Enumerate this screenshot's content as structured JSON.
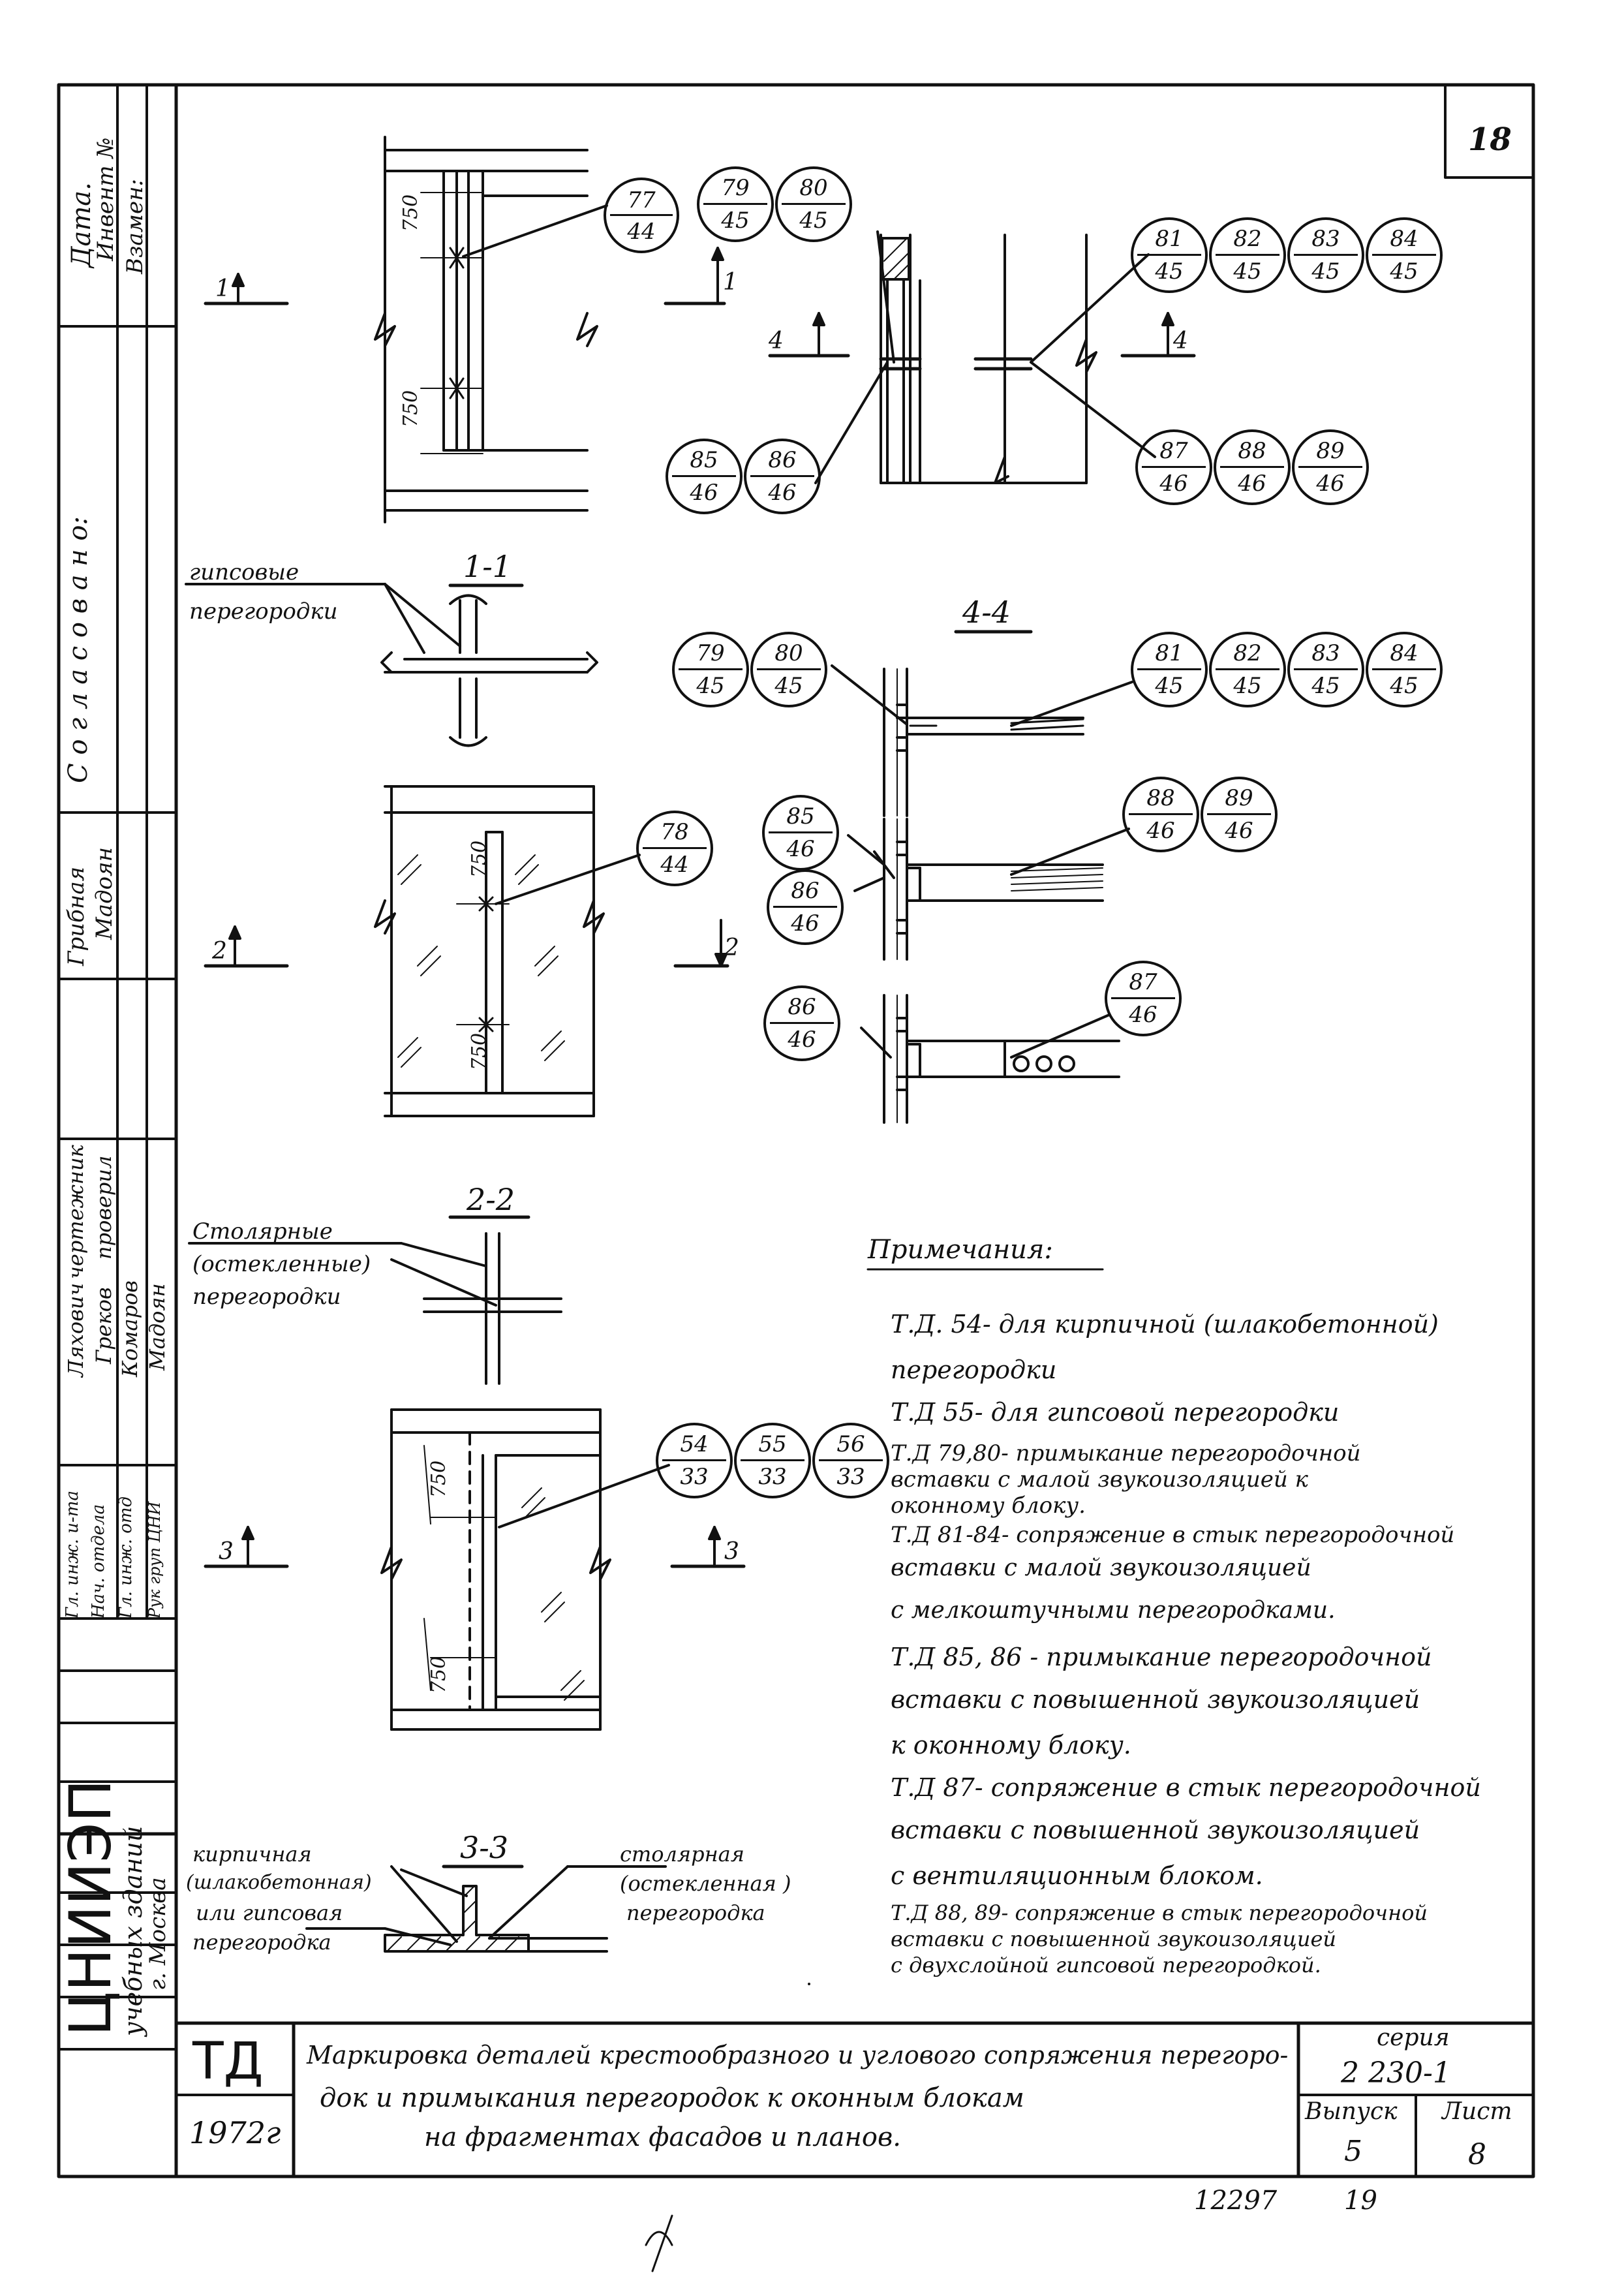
{
  "sheet": {
    "number": "18"
  },
  "left_strip": {
    "top_labels": [
      "Дата.",
      "Инвент №",
      "Взамен:"
    ],
    "agreed_label": "С о г л а с о в а н о:",
    "approvals": [
      {
        "role": "Грибная",
        "name": "Мадоян"
      }
    ],
    "roles": [
      "чертежник",
      "проверил"
    ],
    "names": [
      "Ляхович",
      "Греков",
      "Комаров",
      "Мадоян"
    ],
    "positions": [
      "Гл. инж. и-та",
      "Нач. отдела",
      "Гл. инж. отд",
      "Рук груп ЦНИ"
    ],
    "org_title": "ЦНИИЭП",
    "org_sub1": "учебных зданий",
    "org_sub2": "г. Москва"
  },
  "callouts": {
    "c77": [
      "77",
      "44"
    ],
    "c79": [
      "79",
      "45"
    ],
    "c80": [
      "80",
      "45"
    ],
    "c81": [
      "81",
      "45"
    ],
    "c82": [
      "82",
      "45"
    ],
    "c83": [
      "83",
      "45"
    ],
    "c84": [
      "84",
      "45"
    ],
    "c85": [
      "85",
      "46"
    ],
    "c86": [
      "86",
      "46"
    ],
    "c87": [
      "87",
      "46"
    ],
    "c88": [
      "88",
      "46"
    ],
    "c89": [
      "89",
      "46"
    ],
    "c78": [
      "78",
      "44"
    ],
    "c54": [
      "54",
      "33"
    ],
    "c55": [
      "55",
      "33"
    ],
    "c56": [
      "56",
      "33"
    ]
  },
  "dims": {
    "d750": "750"
  },
  "section_marks": {
    "s1": "1",
    "s2": "2",
    "s3": "3",
    "s4": "4"
  },
  "section_titles": {
    "t11": "1-1",
    "t44": "4-4",
    "t22": "2-2",
    "t33": "3-3"
  },
  "labels": {
    "gypsum": [
      "гипсовые",
      "перегородки"
    ],
    "joinery": [
      "Столярные",
      "(остекленные)",
      "перегородки"
    ],
    "brick": [
      "кирпичная",
      "(шлакобетонная)",
      "или гипсовая",
      "перегородка"
    ],
    "joinery2": [
      "столярная",
      "(остекленная )",
      "перегородка"
    ]
  },
  "notes": {
    "title": "Примечания:",
    "lines": [
      "Т.Д. 54- для кирпичной  (шлакобетонной)",
      "перегородки",
      "Т.Д 55- для гипсовой   перегородки",
      "Т.Д  79,80- примыкание  перегородочной",
      "вставки  с малой  звукоизоляцией  к",
      "оконному   блоку.",
      "Т.Д 81-84- сопряжение  в стык  перегородочной",
      "вставки  с малой  звукоизоляцией",
      "с мелкоштучными   перегородками.",
      "Т.Д 85, 86 -  примыкание    перегородочной",
      "вставки с повышенной  звукоизоляцией",
      "к оконному    блоку.",
      "Т.Д 87- сопряжение  в стык  перегородочной",
      "вставки с повышенной звукоизоляцией",
      "с вентиляционным   блоком.",
      "Т.Д 88, 89- сопряжение  в  стык   перегородочной",
      "вставки  с повышенной  звукоизоляцией",
      "с двухслойной  гипсовой    перегородкой."
    ]
  },
  "title_block": {
    "code": "ТД",
    "year": "1972г",
    "title_lines": [
      "Маркировка деталей крестообразного и углового сопряжения перегоро-",
      "док и примыкания  перегородок  к оконным  блокам",
      "на фрагментах фасадов  и планов."
    ],
    "series_label": "серия",
    "series_value": "2 230-1",
    "issue_label": "Выпуск",
    "issue_value": "5",
    "sheet_label": "Лист",
    "sheet_value": "8"
  },
  "footer": {
    "code": "12297",
    "page": "19"
  }
}
